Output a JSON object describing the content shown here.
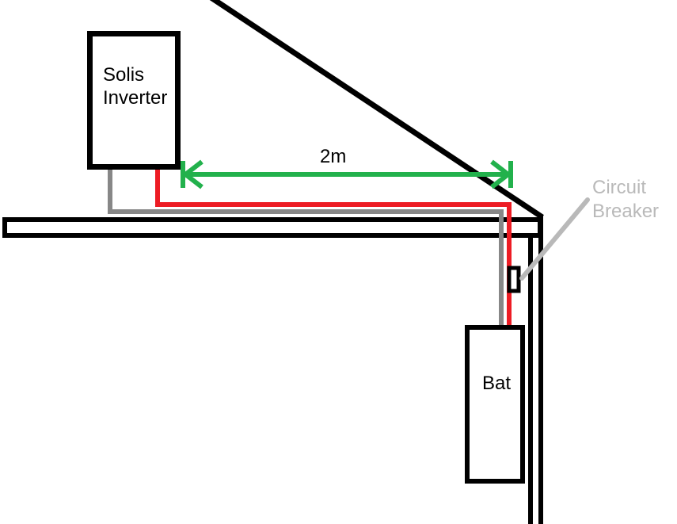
{
  "labels": {
    "inverter": {
      "line1": "Solis",
      "line2": "Inverter"
    },
    "distance": "2m",
    "battery": "Bat",
    "breaker": {
      "line1": "Circuit",
      "line2": "Breaker"
    }
  },
  "colors": {
    "structure": "#000000",
    "positive_wire": "#ed1c24",
    "negative_wire": "#878787",
    "dimension_arrow": "#22b14c",
    "annotation": "#b9b9b9",
    "background": "#ffffff"
  }
}
